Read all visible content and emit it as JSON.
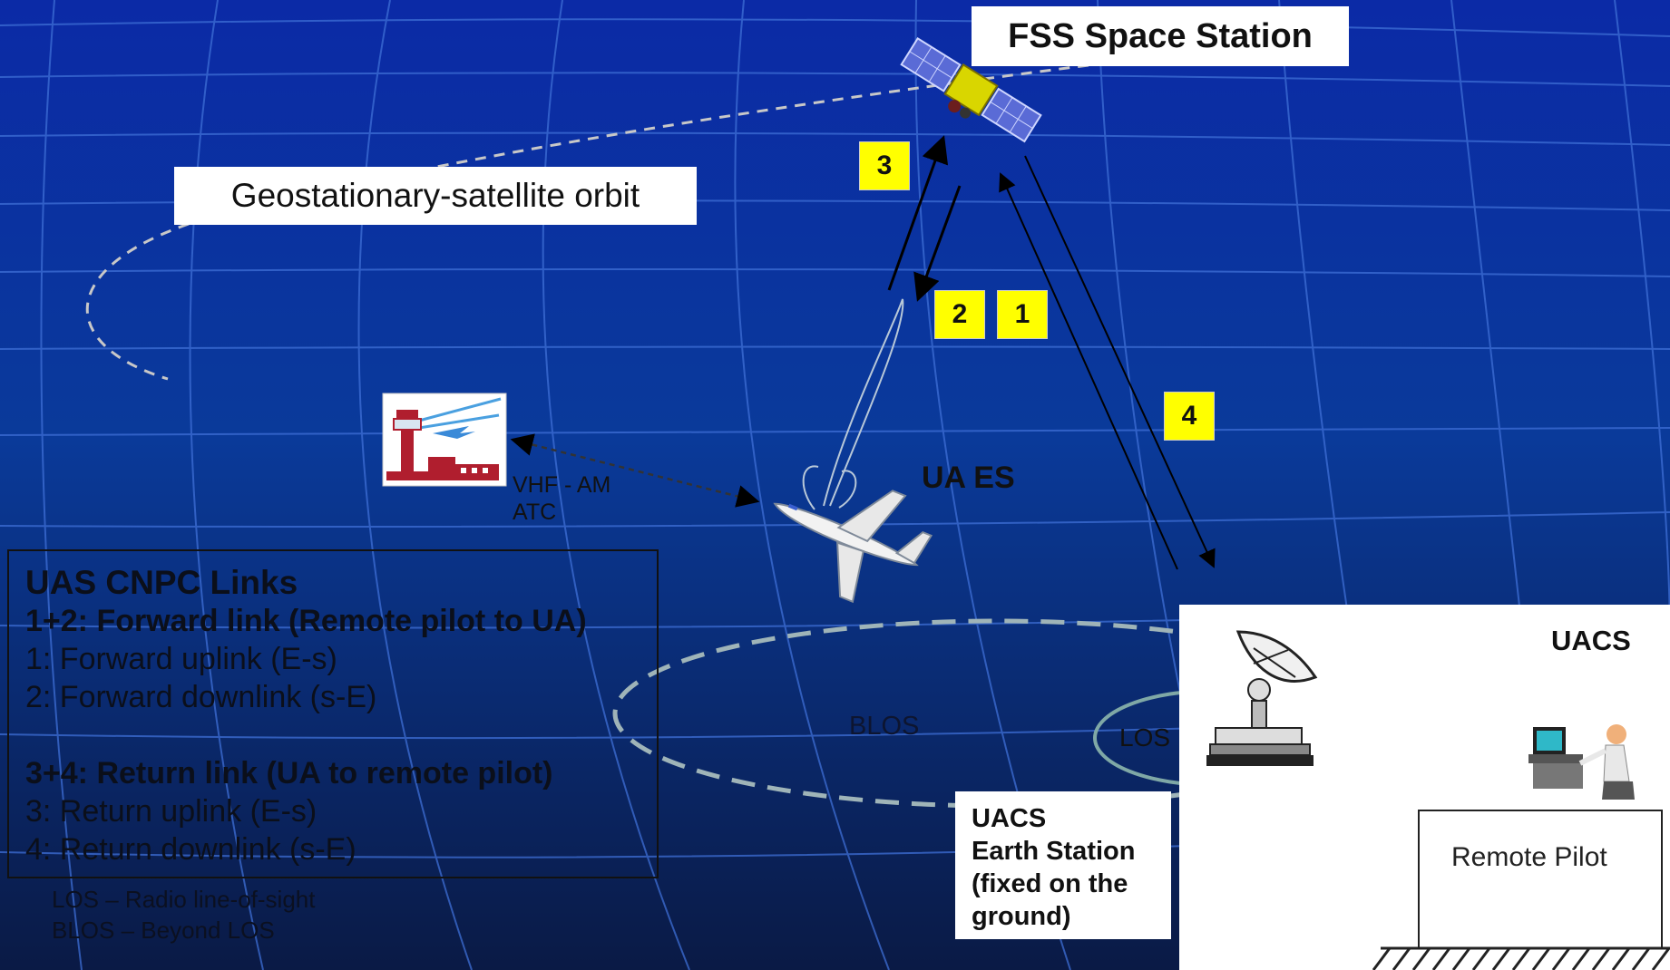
{
  "title": "FSS Space Station",
  "orbit_label": "Geostationary-satellite orbit",
  "numbers": {
    "n3": "3",
    "n2": "2",
    "n1": "1",
    "n4": "4"
  },
  "ua_es": "UA ES",
  "vhf": {
    "line1": "VHF - AM",
    "line2": "ATC"
  },
  "blos": "BLOS",
  "los": "LOS",
  "uacs": "UACS",
  "earth_station": {
    "l1": "UACS",
    "l2": "Earth Station",
    "l3": "(fixed on the",
    "l4": "ground)"
  },
  "remote_pilot": "Remote Pilot",
  "legend": {
    "heading": "UAS CNPC Links",
    "fwd": "1+2: Forward link (Remote pilot to UA)",
    "f1": "1: Forward uplink (E-s)",
    "f2": "2: Forward downlink (s-E)",
    "ret": "3+4: Return link (UA to remote pilot)",
    "r3": "3: Return uplink (E-s)",
    "r4": "4: Return downlink (s-E)"
  },
  "footnote": {
    "los": "LOS – Radio line-of-sight",
    "blos": "BLOS – Beyond LOS"
  },
  "colors": {
    "bg_top": "#0a1f8f",
    "bg_bottom": "#09163c",
    "badge": "#ffff00"
  },
  "icons": [
    "satellite-icon",
    "airplane-icon",
    "control-tower-icon",
    "dish-antenna-icon",
    "pilot-workstation-icon"
  ]
}
